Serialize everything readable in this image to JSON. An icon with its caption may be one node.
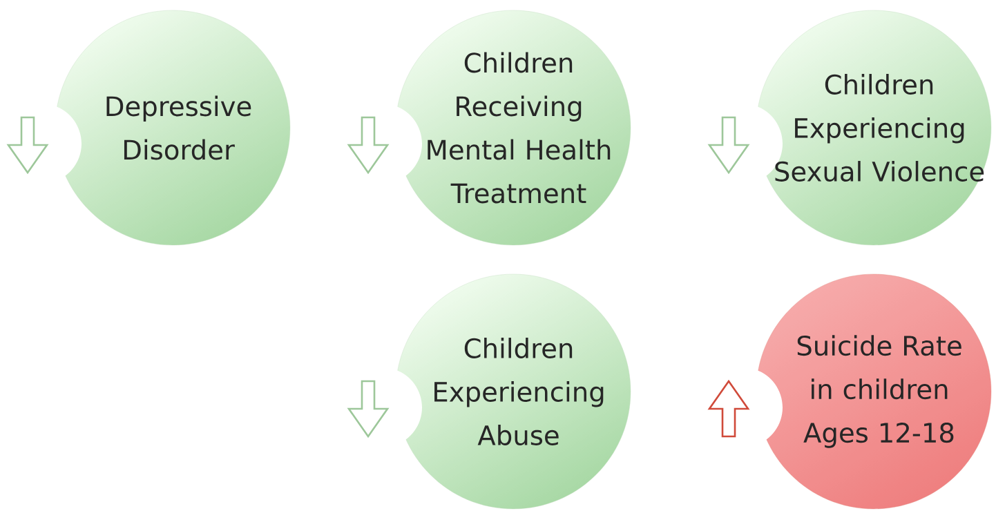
{
  "diagram": {
    "nodes": [
      {
        "text": [
          "Depressive Disorder"
        ]
      },
      {
        "text": [
          "Children Receiving Mental Health Treatment"
        ]
      },
      {
        "text": [
          "Children Experiencing Sexual Violence"
        ]
      },
      {
        "text": [
          "Children Experiencing Abuse"
        ]
      },
      {
        "text": [
          "Suicide Rate in children Ages 12-18"
        ]
      }
    ]
  }
}
